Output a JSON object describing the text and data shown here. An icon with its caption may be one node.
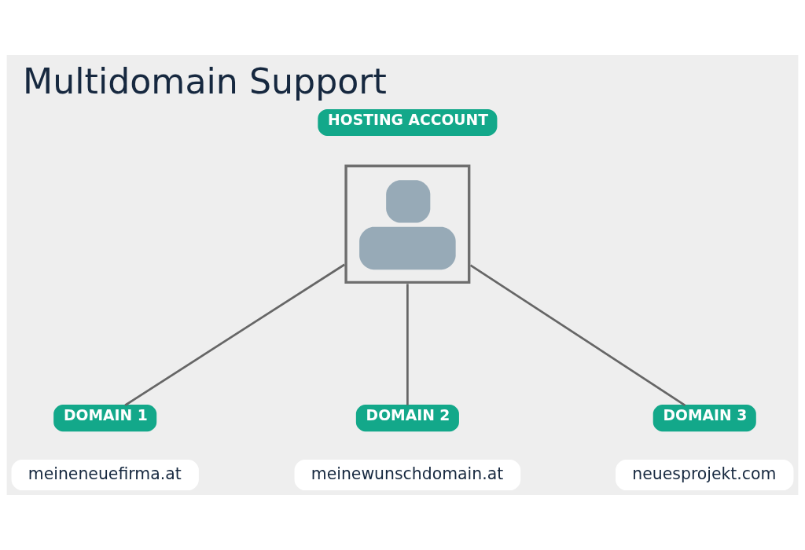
{
  "diagram": {
    "title": "Multidomain Support",
    "nodes": [
      {
        "text": [
          "HOSTING ACCOUNT"
        ]
      },
      {
        "text": [],
        "shape": "picture"
      },
      {
        "text": [
          "DOMAIN 1"
        ]
      },
      {
        "text": [
          "meineneuefirma.at"
        ]
      },
      {
        "text": [
          "DOMAIN 2"
        ]
      },
      {
        "text": [
          "meinewunschdomain.at"
        ]
      },
      {
        "text": [
          "DOMAIN 3"
        ]
      },
      {
        "text": [
          "neuesprojekt.com"
        ]
      }
    ],
    "edges": [
      {
        "from": 1,
        "to": 2,
        "arrow": "none"
      },
      {
        "from": 1,
        "to": 4,
        "arrow": "none"
      },
      {
        "from": 1,
        "to": 6,
        "arrow": "none"
      }
    ]
  }
}
